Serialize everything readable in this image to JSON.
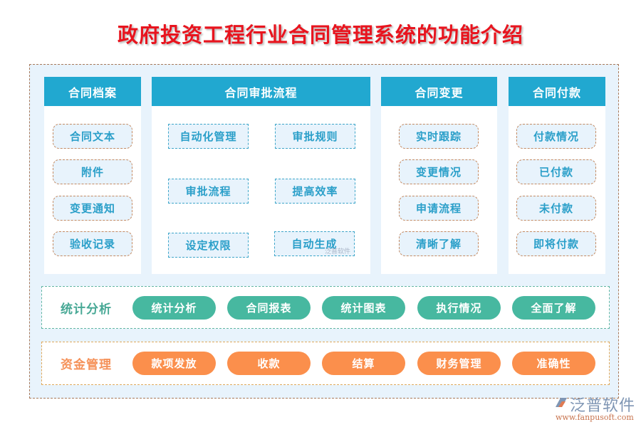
{
  "title": "政府投资工程行业合同管理系统的功能介绍",
  "colors": {
    "title_red": "#e8141e",
    "header_blue": "#21a8d0",
    "item_text": "#2a9fc9",
    "panel_bg": "#e8f3fc",
    "stats_teal": "#47b8a0",
    "fund_orange": "#fb8f4c",
    "outer_border": "#a8795a"
  },
  "columns": [
    {
      "title": "合同档案",
      "items": [
        "合同文本",
        "附件",
        "变更通知",
        "验收记录"
      ]
    },
    {
      "title": "合同审批流程",
      "items": [
        "自动化管理",
        "审批规则",
        "审批流程",
        "提高效率",
        "设定权限",
        "自动生成"
      ]
    },
    {
      "title": "合同变更",
      "items": [
        "实时跟踪",
        "变更情况",
        "申请流程",
        "清晰了解"
      ]
    },
    {
      "title": "合同付款",
      "items": [
        "付款情况",
        "已付款",
        "未付款",
        "即将付款"
      ]
    }
  ],
  "stats": {
    "label": "统计分析",
    "items": [
      "统计分析",
      "合同报表",
      "统计图表",
      "执行情况",
      "全面了解"
    ]
  },
  "fund": {
    "label": "资金管理",
    "items": [
      "款项发放",
      "收款",
      "结算",
      "财务管理",
      "准确性"
    ]
  },
  "watermark": {
    "brand": "泛普软件",
    "url": "www.fanpusoft.com",
    "mini": "泛普软件"
  }
}
